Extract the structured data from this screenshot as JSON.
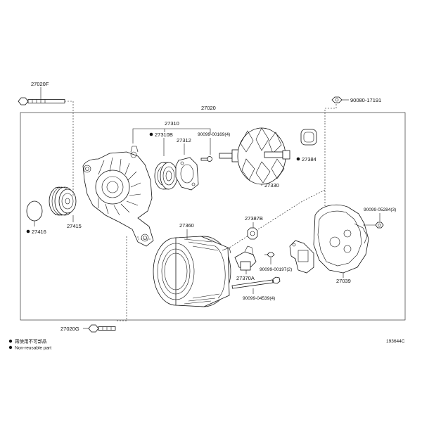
{
  "labels": {
    "p27020F": "27020F",
    "p27020": "27020",
    "p90080_17191": "90080-17191",
    "p27310": "27310",
    "p27310B": "27310B",
    "p27312": "27312",
    "p90099_00169": "90099-00169(4)",
    "p27384": "27384",
    "p27330": "27330",
    "p27416": "27416",
    "p27415": "27415",
    "p27360": "27360",
    "p27387B": "27387B",
    "p90099_05284": "90099-05284(3)",
    "p27370A": "27370A",
    "p90099_00197": "90099-00197(2)",
    "p27039": "27039",
    "p90099_04539": "90099-04539(4)",
    "p27020G": "27020G"
  },
  "legend": {
    "line1": "再使用不可部品",
    "line2": "Non-reusable part"
  },
  "ref_code": "193644C",
  "colors": {
    "line": "#111111",
    "background": "#ffffff"
  }
}
